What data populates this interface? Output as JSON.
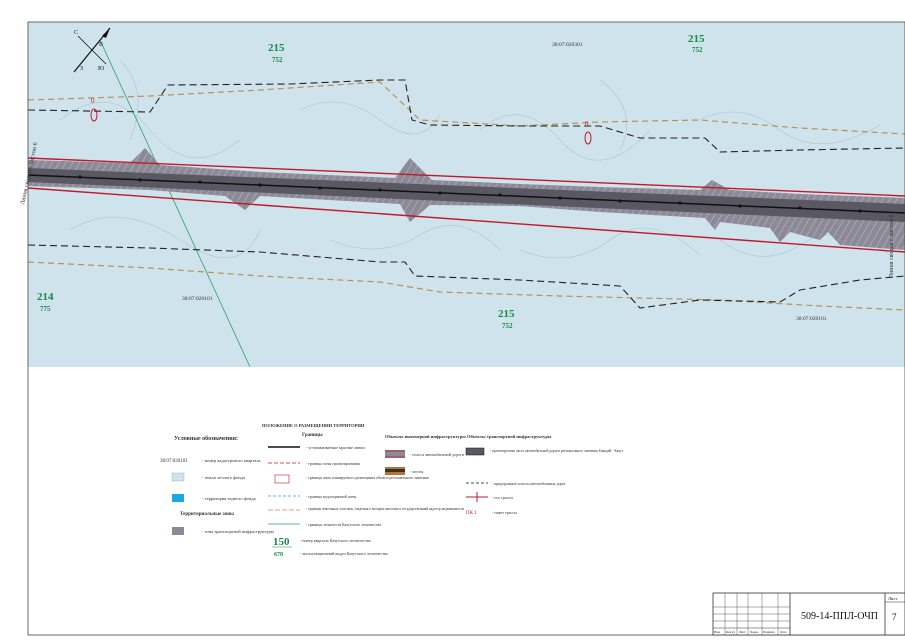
{
  "map": {
    "colors": {
      "forest_bg": "#cfe3ec",
      "road_zone": "#8c8a96",
      "road_red": "#c2182b",
      "road_core": "#5a5862",
      "boundary_dash": "#222222",
      "orange_dash": "#b8905a",
      "grid_green": "#1a8a4a"
    },
    "quarters": [
      {
        "num": "215",
        "sub": "752"
      },
      {
        "num": "215",
        "sub": "752"
      },
      {
        "num": "214",
        "sub": "775"
      },
      {
        "num": "215",
        "sub": "752"
      }
    ],
    "cadastral_labels": [
      "38:07:020301",
      "38:07:020101",
      "38:07:020101"
    ],
    "match_line_left": "Линия сводки с листом 6",
    "match_line_right": "Линия сводки с листом 8",
    "compass": {
      "n": "С",
      "e": "В",
      "s": "Ю",
      "w": "З"
    },
    "station_mark": "0"
  },
  "legend": {
    "title": "Условные обозначения:",
    "col1": {
      "sample_code": "38:07:020101",
      "items": [
        {
          "label": "- номер кадастрового квартала"
        },
        {
          "label": "- земли лесного фонда"
        },
        {
          "label": "- территория водного фонда"
        }
      ],
      "subheading": "Территориальные зоны",
      "zone_item": "- зона транспортной инфраструктуры"
    },
    "col2": {
      "title": "ПОЛОЖЕНИЕ О РАЗМЕЩЕНИИ ТЕРРИТОРИИ",
      "subtitle": "Границы",
      "items": [
        "- устанавливаемые красные линии",
        "- граница зоны проектирования",
        "- границы зоны планируемого размещения объекта регионального значения",
        "- граница водоохранной зоны",
        "- границы земельных участков, сведения о которых внесены в государственный кадастр недвижимости",
        "- границы лесничеств Качугского лесничества"
      ],
      "sample_num": "150",
      "sample_num_label": "- номер квартала Качугского лесничества",
      "sample_sub": "678",
      "sample_sub_label": "- эксплуатационный выдел Качугского лесничества"
    },
    "col3": {
      "title": "Объекты инженерной инфраструктуры",
      "items": [
        "- полоса автомобильной дороги",
        "- мосты"
      ]
    },
    "col4": {
      "title": "Объекты транспортной инфраструктуры",
      "items": [
        "- проектируемая часть автомобильной дороги регионального значения Баяндай - Качуг",
        "- придорожные полосы автомобильных дорог",
        "- ось трассы",
        "- пикет трассы"
      ],
      "picket_sample": "ПК 1"
    }
  },
  "title_block": {
    "sheet_label": "Лист",
    "sheet_num": "7",
    "doc_code": "509-14-ППЛ-ОЧП",
    "columns": [
      "Изм.",
      "Кол.уч",
      "Лист",
      "№док.",
      "Подпись",
      "Дата"
    ]
  }
}
